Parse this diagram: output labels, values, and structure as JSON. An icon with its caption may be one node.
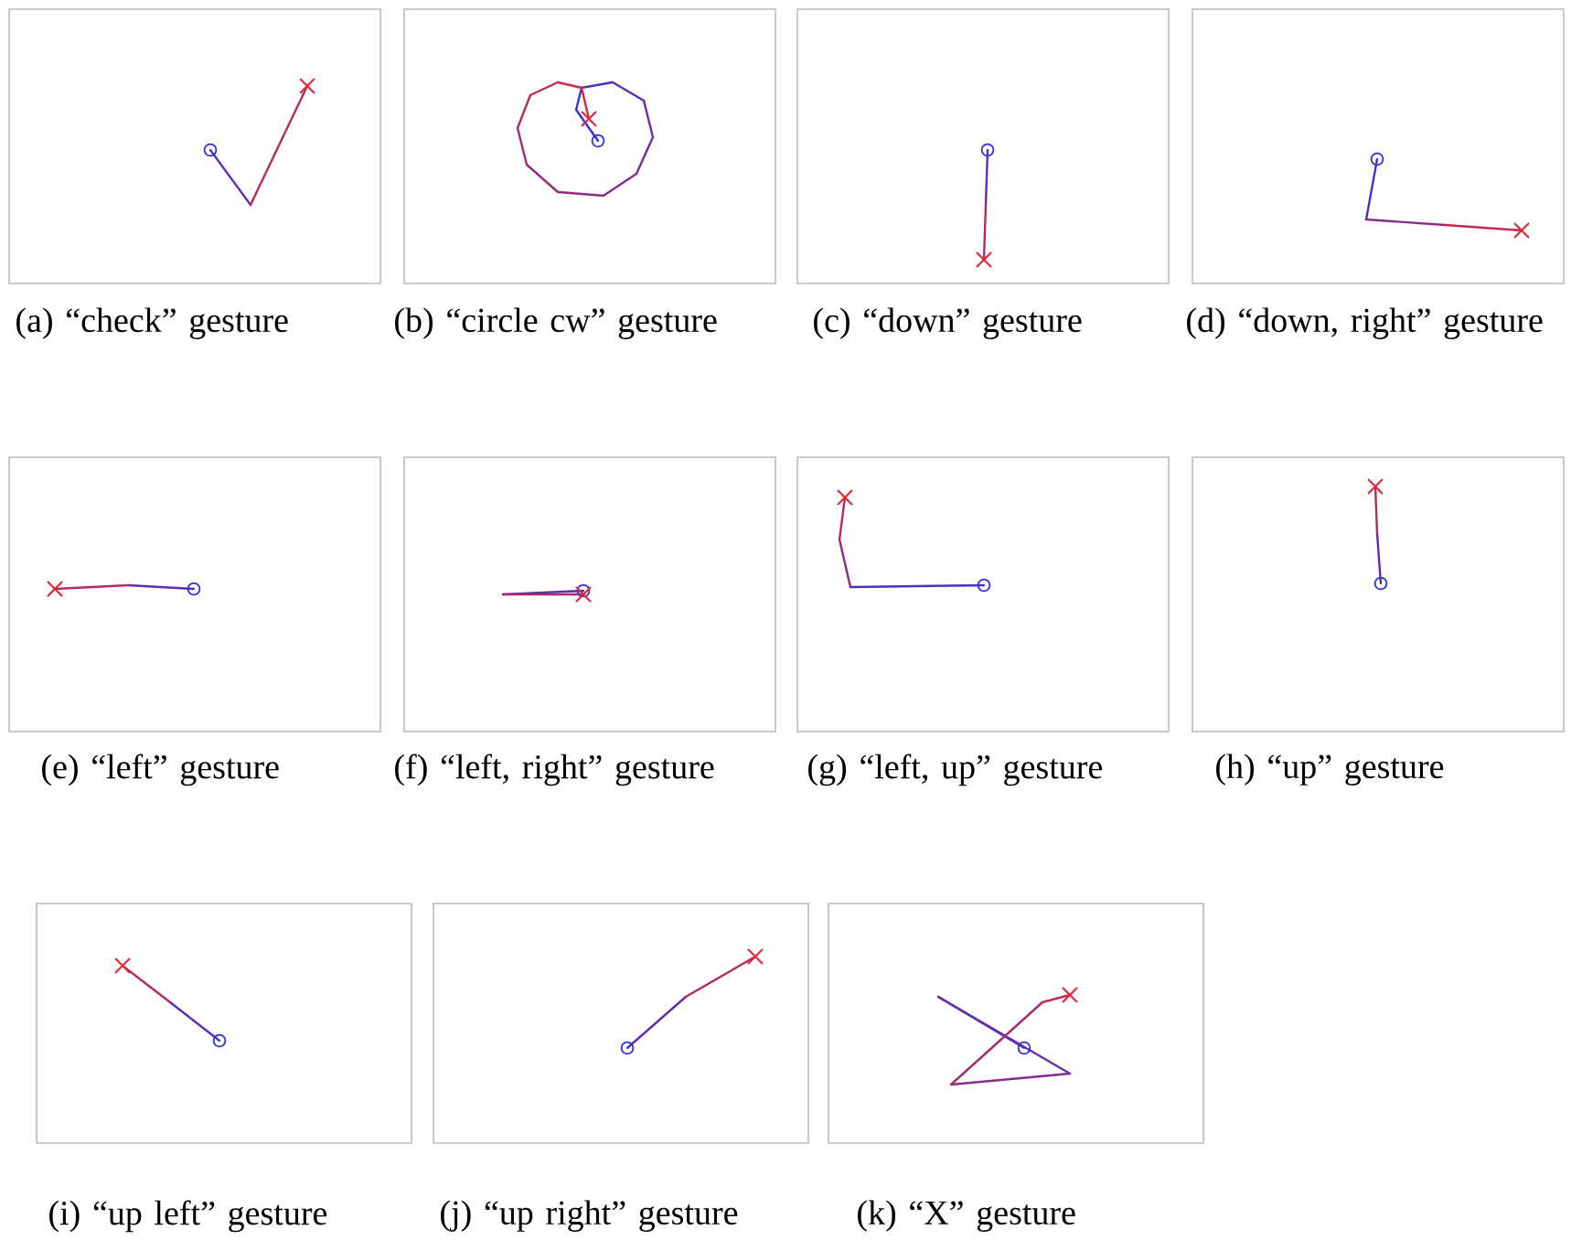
{
  "diagram": {
    "labels": [
      "(a) “check” gesture",
      "(b) “circle cw” gesture",
      "(c) “down” gesture",
      "(d) “down, right” gesture",
      "(e) “left” gesture",
      "(f) “left, right” gesture",
      "(g) “left, up” gesture",
      "(h) “up” gesture",
      "(i) “up left” gesture",
      "(j) “up right” gesture",
      "(k) “X” gesture"
    ]
  }
}
